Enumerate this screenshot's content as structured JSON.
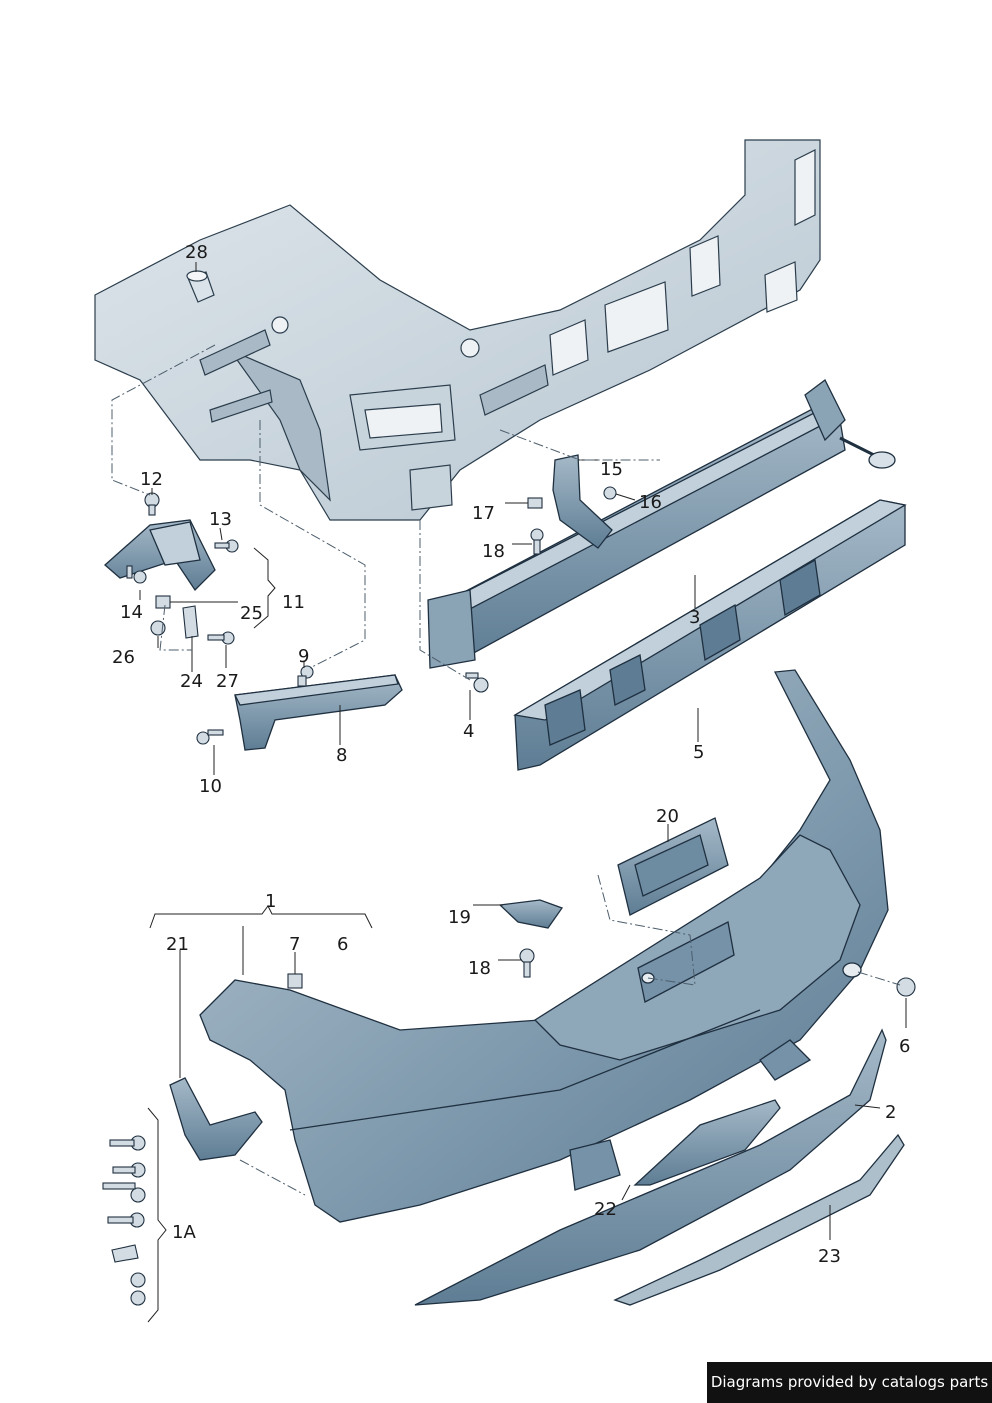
{
  "labels": {
    "p1": "1",
    "p1a": "1A",
    "p2": "2",
    "p3": "3",
    "p4": "4",
    "p5": "5",
    "p6a": "6",
    "p6b": "6",
    "p7": "7",
    "p8": "8",
    "p9": "9",
    "p10": "10",
    "p11": "11",
    "p12": "12",
    "p13": "13",
    "p14": "14",
    "p15": "15",
    "p16": "16",
    "p17": "17",
    "p18a": "18",
    "p18b": "18",
    "p19": "19",
    "p20": "20",
    "p21": "21",
    "p22": "22",
    "p23": "23",
    "p24": "24",
    "p25": "25",
    "p26": "26",
    "p27": "27",
    "p28": "28"
  },
  "footer": {
    "credit": "Diagrams provided by catalogs parts"
  },
  "colors": {
    "part_fill": "#7f9bb0",
    "part_light": "#b9cad6",
    "body_fill": "#d4dde4",
    "line": "#1f3040"
  }
}
